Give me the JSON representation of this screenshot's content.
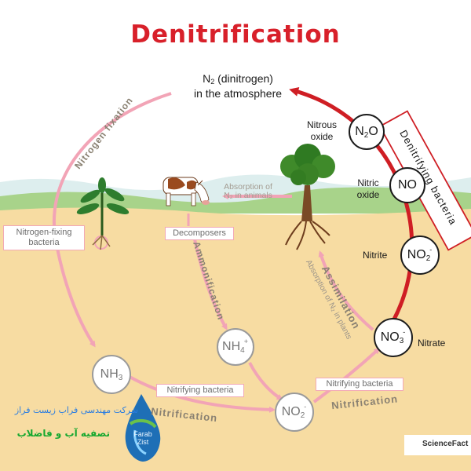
{
  "title": "Denitrification",
  "atmosphere": {
    "line1": "N",
    "sub": "2",
    "line1b": " (dinitrogen)",
    "line2": "in the atmosphere"
  },
  "compounds": {
    "n2o": {
      "main": "N",
      "sub": "2",
      "tail": "O",
      "label_l1": "Nitrous",
      "label_l2": "oxide"
    },
    "no": {
      "main": "NO",
      "label_l1": "Nitric",
      "label_l2": "oxide"
    },
    "no2": {
      "main": "NO",
      "sub": "2",
      "sup": "-",
      "label": "Nitrite"
    },
    "no3": {
      "main": "NO",
      "sub": "3",
      "sup": "-",
      "label": "Nitrate"
    },
    "nh3": {
      "main": "NH",
      "sub": "3"
    },
    "nh4": {
      "main": "NH",
      "sub": "4",
      "sup": "+"
    },
    "no2_soil": {
      "main": "NO",
      "sub": "2",
      "sup": "-"
    }
  },
  "process_labels": {
    "denitrifying_bacteria": "Denitrifying bacteria",
    "nitrogen_fixation": "Nitrogen fixation",
    "ammonification": "Ammonification",
    "assimilation": "Assimilation",
    "absorption_plants": "Absorption of N₂ in plants",
    "absorption_animals_l1": "Absorption of",
    "absorption_animals_l2": "N₂ in animals",
    "nitrification_left": "Nitrification",
    "nitrification_right": "Nitrification"
  },
  "boxes": {
    "nitrogen_fixing_l1": "Nitrogen-fixing",
    "nitrogen_fixing_l2": "bacteria",
    "decomposers": "Decomposers",
    "nitrifying_1": "Nitrifying bacteria",
    "nitrifying_2": "Nitrifying bacteria"
  },
  "watermark": {
    "company_line": "شرکت مهندسی فراب زیست فراز",
    "service_line": "تصفیه آب و فاضلاب",
    "logo_l1": "Farab",
    "logo_l2": "Zist"
  },
  "source_logo": "ScienceFact"
}
